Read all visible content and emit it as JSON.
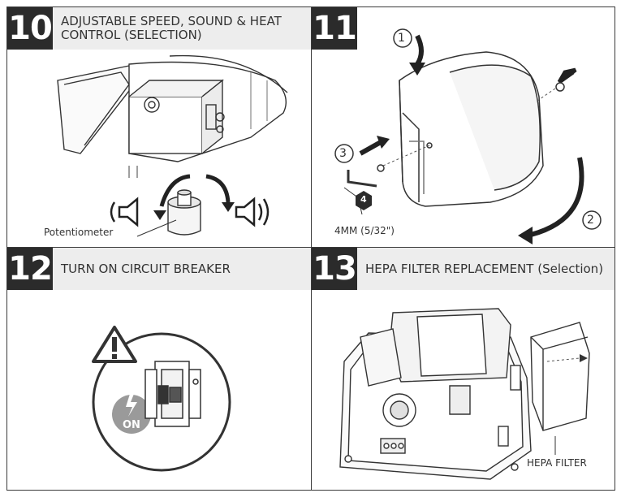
{
  "panels": [
    {
      "number": "10",
      "title": "ADJUSTABLE SPEED, SOUND & HEAT CONTROL (Selection)",
      "labels": {
        "potentiometer": "Potentiometer"
      }
    },
    {
      "number": "11",
      "title": "",
      "labels": {
        "step1": "1",
        "step2": "2",
        "step3": "3",
        "hex": "4",
        "size": "4MM (5/32\")"
      }
    },
    {
      "number": "12",
      "title": "TURN ON CIRCUIT BREAKER",
      "labels": {
        "on": "ON"
      }
    },
    {
      "number": "13",
      "title": "HEPA FILTER REPLACEMENT (Selection)",
      "labels": {
        "filter": "HEPA FILTER"
      }
    }
  ]
}
